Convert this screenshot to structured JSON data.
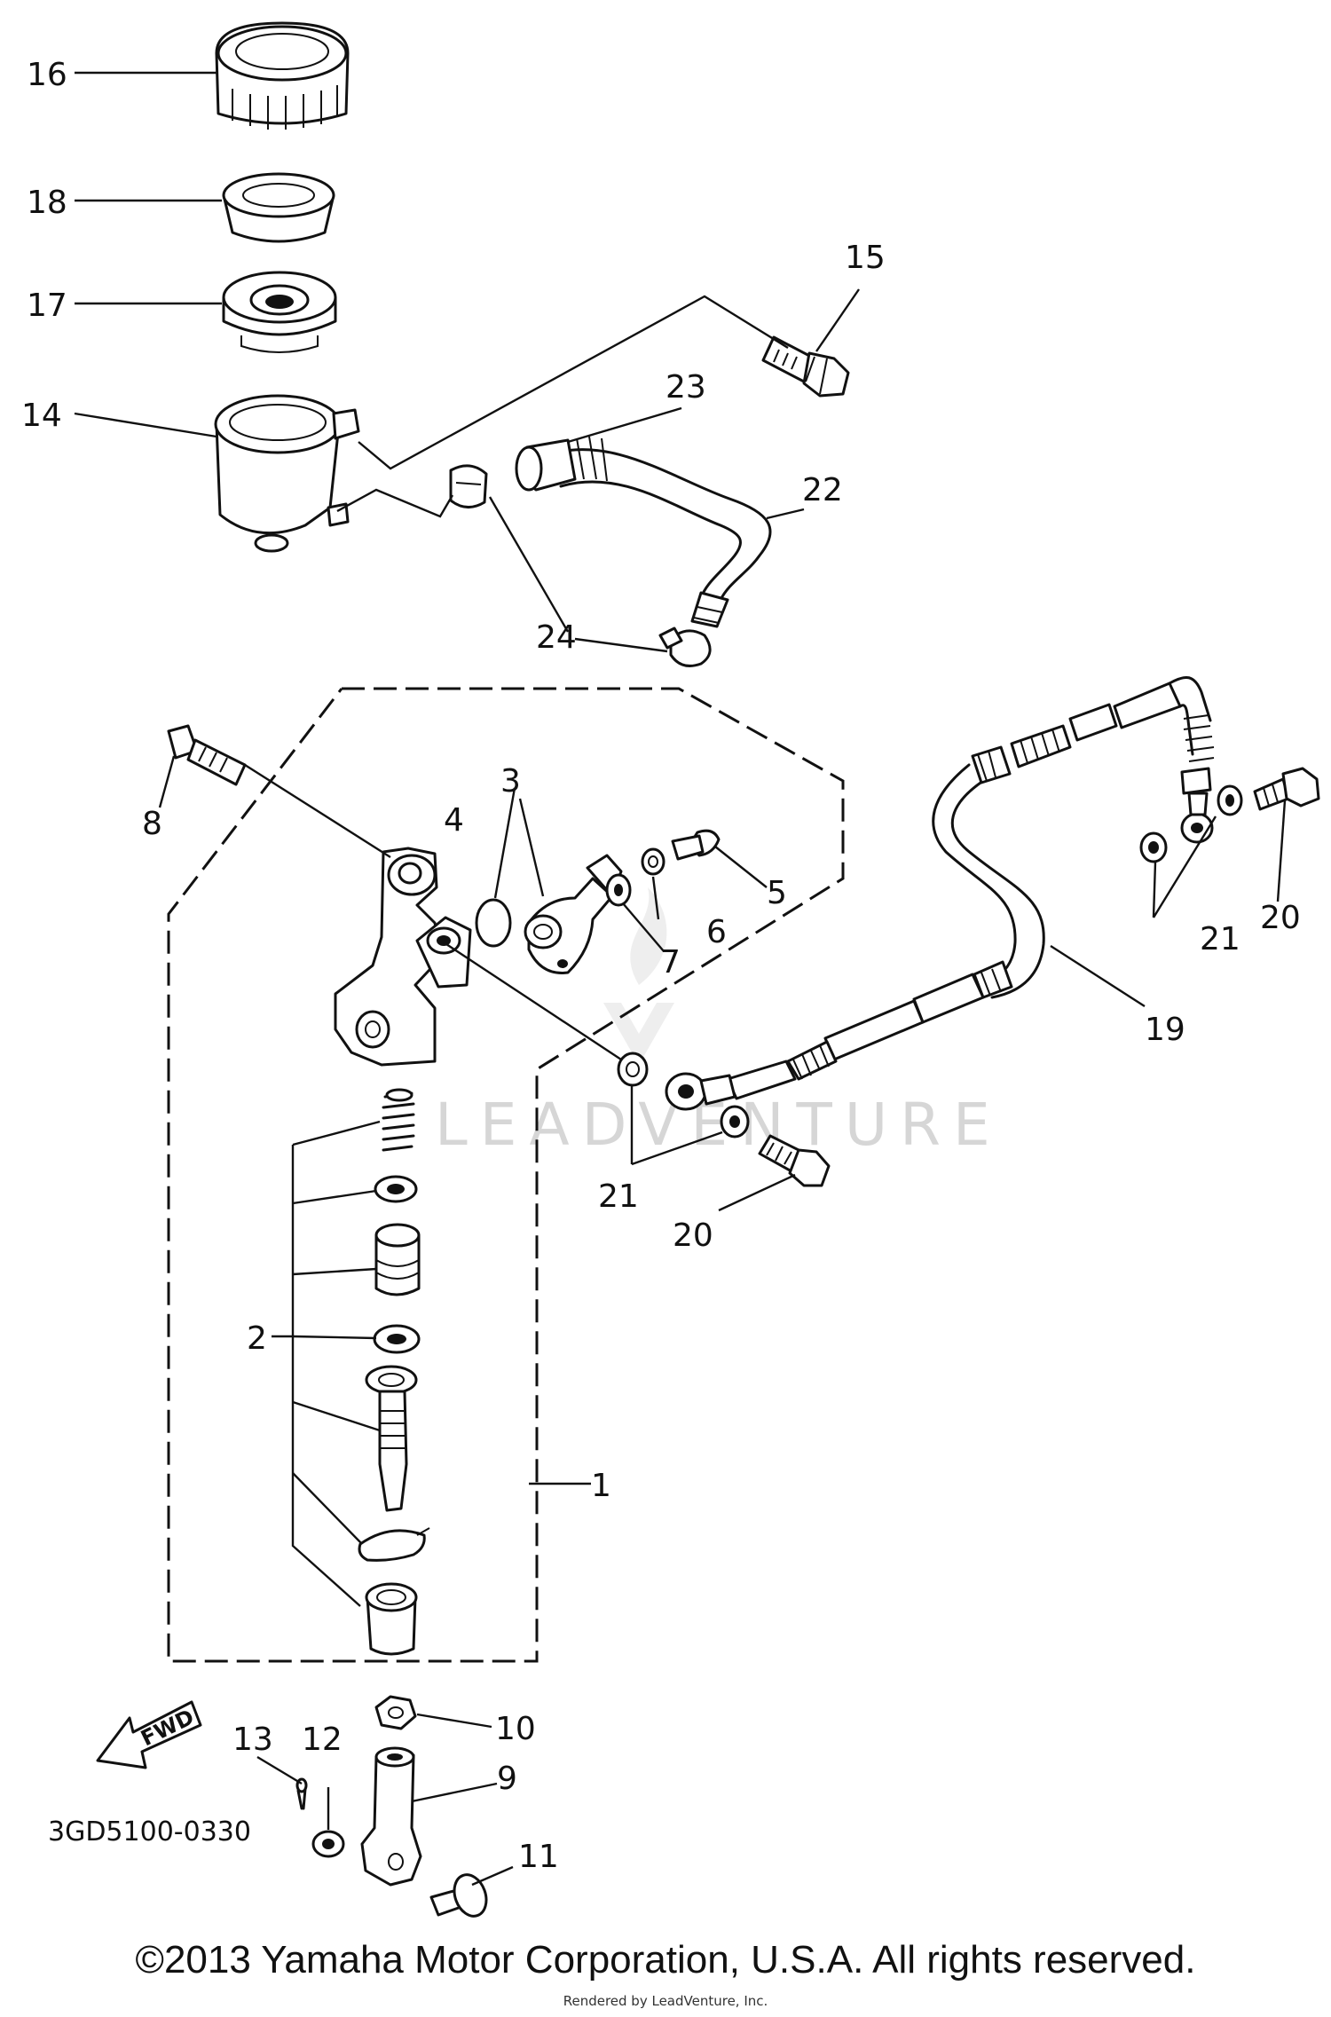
{
  "labels": {
    "p1": "1",
    "p2": "2",
    "p3": "3",
    "p4": "4",
    "p5": "5",
    "p6": "6",
    "p7": "7",
    "p8": "8",
    "p9": "9",
    "p10": "10",
    "p11": "11",
    "p12": "12",
    "p13": "13",
    "p14": "14",
    "p15": "15",
    "p16": "16",
    "p17": "17",
    "p18": "18",
    "p19": "19",
    "p20a": "20",
    "p20b": "20",
    "p21a": "21",
    "p21b": "21",
    "p22": "22",
    "p23": "23",
    "p24": "24"
  },
  "fwd_label": "FWD",
  "diagram_code": "3GD5100-0330",
  "watermark": "LEADVENTURE",
  "copyright": "©2013 Yamaha Motor Corporation, U.S.A. All rights reserved.",
  "rendered_by": "Rendered by LeadVenture, Inc."
}
